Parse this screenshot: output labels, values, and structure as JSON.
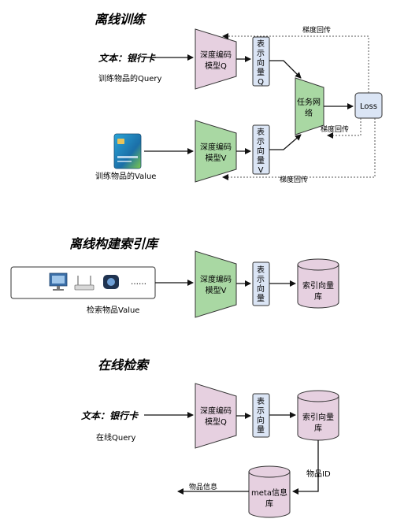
{
  "sections": {
    "offline_training": {
      "title": "离线训练",
      "text_input": "文本：银行卡",
      "text_caption": "训练物品的Query",
      "encoder_q": [
        "深度编码",
        "模型Q"
      ],
      "vector_q": [
        "表",
        "示",
        "向",
        "量",
        "Q"
      ],
      "task_net": [
        "任务网",
        "络"
      ],
      "loss": "Loss",
      "card_caption": "训练物品的Value",
      "encoder_v": [
        "深度编码",
        "模型V"
      ],
      "vector_v": [
        "表",
        "示",
        "向",
        "量",
        "V"
      ],
      "grad_top": "梯度回传",
      "grad_mid": "梯度回传",
      "grad_bottom": "梯度回传"
    },
    "offline_index": {
      "title": "离线构建索引库",
      "items_dots": "……",
      "items_caption": "检索物品Value",
      "encoder_v": [
        "深度编码",
        "模型V"
      ],
      "vector": [
        "表",
        "示",
        "向",
        "量"
      ],
      "index_db": [
        "索引向量",
        "库"
      ]
    },
    "online_search": {
      "title": "在线检索",
      "text_input": "文本：银行卡",
      "text_caption": "在线Query",
      "encoder_q": [
        "深度编码",
        "模型Q"
      ],
      "vector": [
        "表",
        "示",
        "向",
        "量"
      ],
      "index_db": [
        "索引向量",
        "库"
      ],
      "item_id": "物品ID",
      "meta_db": [
        "meta信息",
        "库"
      ],
      "item_info": "物品信息"
    }
  },
  "colors": {
    "pink": "#e6d0e0",
    "green": "#a9d8a3",
    "blue": "#dbe5f5",
    "stroke": "#333333"
  }
}
